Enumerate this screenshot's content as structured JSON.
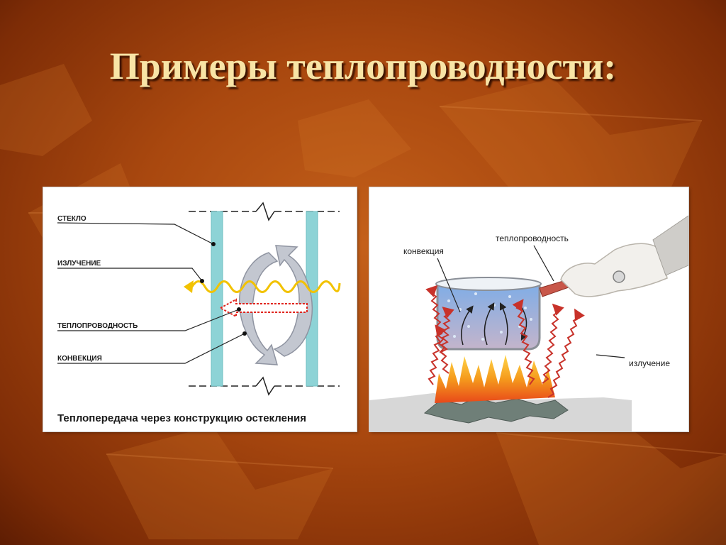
{
  "slide": {
    "title": "Примеры теплопроводности:",
    "background_color": "#a9480f",
    "title_color": "#f8e4a6"
  },
  "glazing_diagram": {
    "labels": {
      "glass": "СТЕКЛО",
      "radiation": "ИЗЛУЧЕНИЕ",
      "conduction": "ТЕПЛОПРОВОДНОСТЬ",
      "convection": "КОНВЕКЦИЯ"
    },
    "caption": "Теплопередача через конструкцию остекления",
    "colors": {
      "glass": "#8dd3d6",
      "radiation": "#f2c200",
      "conduction": "#e0231c",
      "convection": "#b8bcc7"
    }
  },
  "pot_diagram": {
    "labels": {
      "convection": "конвекция",
      "conduction": "теплопроводность",
      "radiation": "излучение"
    },
    "colors": {
      "water": "#7fa9df",
      "flame": "#f59a1c",
      "radiation_arrow": "#c8322a"
    }
  }
}
